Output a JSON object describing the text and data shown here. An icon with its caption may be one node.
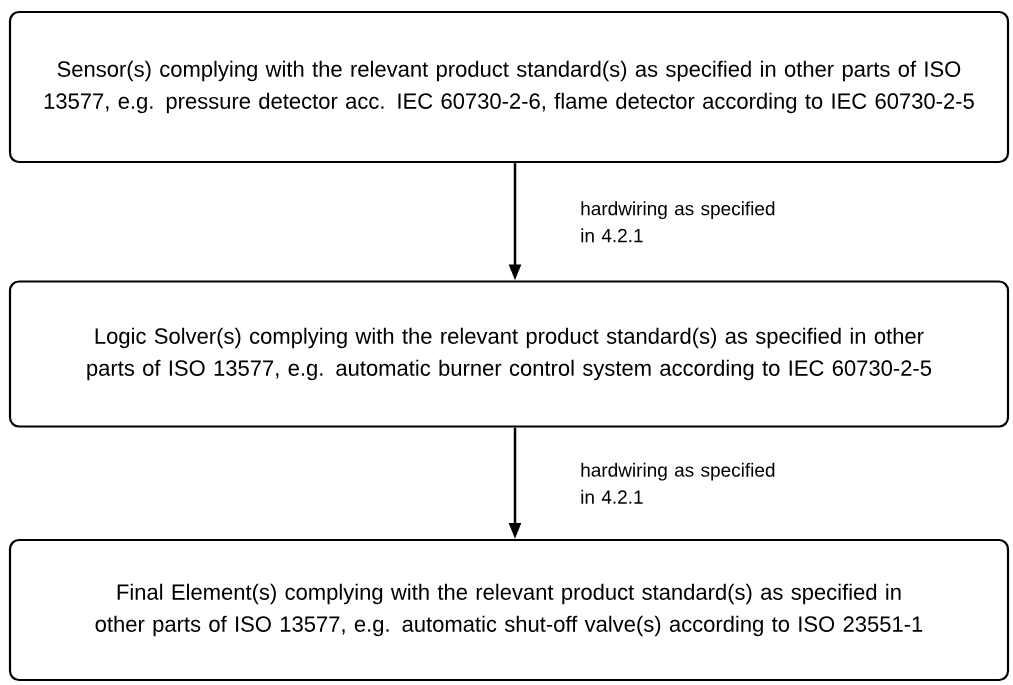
{
  "diagram": {
    "nodes": [
      {
        "text": [
          "Sensor(s) complying with the relevant product standard(s) as specified in other parts of ISO 13577, e.g. pressure detector acc. IEC 60730-2-6, flame detector according to IEC 60730-2-5"
        ]
      },
      {
        "text": [
          "Logic Solver(s) complying with the relevant product standard(s) as specified in other parts of ISO 13577, e.g. automatic burner control system according to IEC 60730-2-5"
        ]
      },
      {
        "text": [
          "Final Element(s) complying with the relevant product standard(s) as specified in other parts of ISO 13577, e.g. automatic shut-off valve(s) according to ISO 23551-1"
        ]
      }
    ],
    "edges": [
      {
        "from": 0,
        "to": 1,
        "arrow": "to",
        "label": "hardwiring as specified in 4.2.1"
      },
      {
        "from": 1,
        "to": 2,
        "arrow": "to",
        "label": "hardwiring as specified in 4.2.1"
      }
    ]
  }
}
